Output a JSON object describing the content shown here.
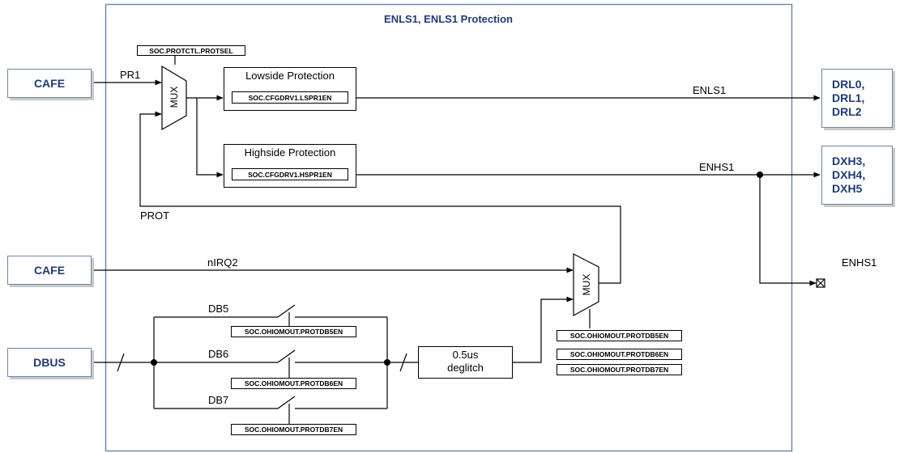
{
  "title": "ENLS1, ENLS1 Protection",
  "inputs": {
    "cafe1": "CAFE",
    "cafe2": "CAFE",
    "dbus": "DBUS"
  },
  "outputs": {
    "drl": [
      "DRL0,",
      "DRL1,",
      "DRL2"
    ],
    "dxh": [
      "DXH3,",
      "DXH4,",
      "DXH5"
    ]
  },
  "mux1": {
    "label": "MUX",
    "select_reg": "SOC.PROTCTL.PROTSEL"
  },
  "mux2": {
    "label": "MUX",
    "select_regs": [
      "SOC.OHIOMOUT.PROTDB5EN",
      "SOC.OHIOMOUT.PROTDB6EN",
      "SOC.OHIOMOUT.PROTDB7EN"
    ]
  },
  "lowside": {
    "label": "Lowside Protection",
    "reg": "SOC.CFGDRV1.LSPR1EN"
  },
  "highside": {
    "label": "Highside Protection",
    "reg": "SOC.CFGDRV1.HSPR1EN"
  },
  "signals": {
    "pr1": "PR1",
    "enls1": "ENLS1",
    "enhs1": "ENHS1",
    "prot": "PROT",
    "nirq2": "nIRQ2",
    "db5": "DB5",
    "db6": "DB6",
    "db7": "DB7",
    "enhs1_out": "ENHS1"
  },
  "switch_regs": {
    "db5": "SOC.OHIOMOUT.PROTDB5EN",
    "db6": "SOC.OHIOMOUT.PROTDB6EN",
    "db7": "SOC.OHIOMOUT.PROTDB7EN"
  },
  "deglitch": {
    "line1": "0.5us",
    "line2": "deglitch"
  }
}
